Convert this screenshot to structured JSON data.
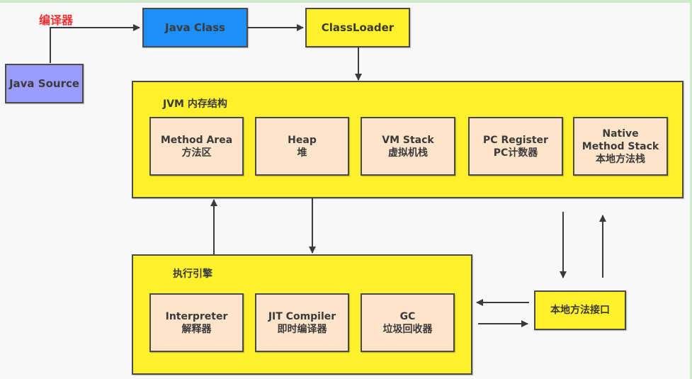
{
  "compiler_label": "编译器",
  "java_source": "Java Source",
  "java_class": "Java Class",
  "class_loader": "ClassLoader",
  "jvm_memory": {
    "title": "JVM 内存结构",
    "areas": [
      {
        "en": "Method Area",
        "zh": "方法区"
      },
      {
        "en": "Heap",
        "zh": "堆"
      },
      {
        "en": "VM Stack",
        "zh": "虚拟机栈"
      },
      {
        "en": "PC Register",
        "zh": "PC计数器"
      },
      {
        "en": "Native Method Stack",
        "en1": "Native",
        "en2": "Method Stack",
        "zh": "本地方法栈"
      }
    ]
  },
  "execution_engine": {
    "title": "执行引擎",
    "parts": [
      {
        "en": "Interpreter",
        "zh": "解释器"
      },
      {
        "en": "JIT Compiler",
        "zh": "即时编译器"
      },
      {
        "en": "GC",
        "zh": "垃圾回收器"
      }
    ]
  },
  "native_interface": "本地方法接口",
  "colors": {
    "yellow": "#fff22c",
    "blue": "#1e8ff8",
    "purple": "#9c9cff",
    "peach": "#fde4ca",
    "red_label": "#f03030"
  }
}
